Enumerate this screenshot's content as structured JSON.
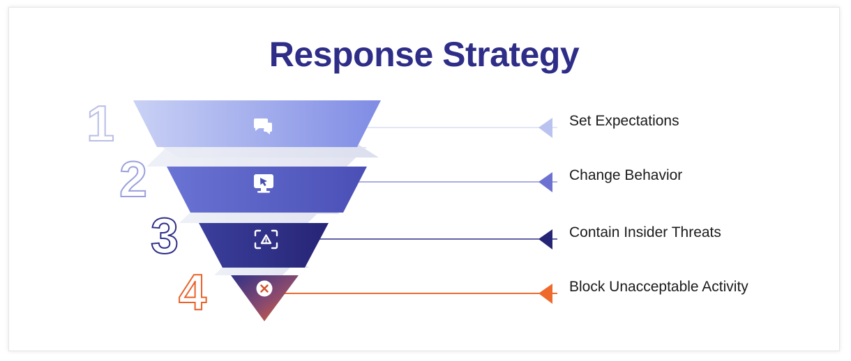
{
  "title": "Response Strategy",
  "chart_data": {
    "type": "funnel",
    "title": "Response Strategy",
    "orientation": "vertical-inverted",
    "steps": [
      {
        "number": "1",
        "label": "Set Expectations",
        "icon": "chat-bubbles-icon",
        "fill_from": "#c9d1f5",
        "fill_to": "#7f8ce4",
        "accent": "#bac2ef",
        "connector_color": "#e2e6f7",
        "number_stroke": "#b9bde6"
      },
      {
        "number": "2",
        "label": "Change Behavior",
        "icon": "monitor-cursor-icon",
        "fill_from": "#6a74d4",
        "fill_to": "#4a4fb5",
        "accent": "#6d72d0",
        "connector_color": "#8d92d8",
        "number_stroke": "#9aa0dd"
      },
      {
        "number": "3",
        "label": "Contain Insider Threats",
        "icon": "scan-warning-icon",
        "fill_from": "#3b3f9c",
        "fill_to": "#262475",
        "accent": "#262475",
        "connector_color": "#2e2d87",
        "number_stroke": "#2e2d87"
      },
      {
        "number": "4",
        "label": "Block Unacceptable Activity",
        "icon": "block-x-icon",
        "fill_from": "#2f3188",
        "fill_to": "#e8622a",
        "accent": "#ed6a2c",
        "connector_color": "#ed6a2c",
        "number_stroke": "#e8622a"
      }
    ],
    "shadow_color": "#e4e6f1",
    "background": "#ffffff",
    "title_color": "#2e2d87",
    "label_color": "#1a1a1a"
  }
}
